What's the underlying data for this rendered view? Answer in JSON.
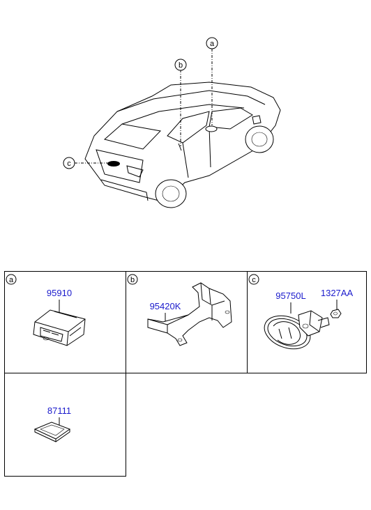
{
  "callouts": {
    "a": "a",
    "b": "b",
    "c": "c"
  },
  "panels": [
    {
      "letter": "a",
      "part_numbers": [
        "95910"
      ]
    },
    {
      "letter": "b",
      "part_numbers": [
        "95420K"
      ]
    },
    {
      "letter": "c",
      "part_numbers": [
        "95750L",
        "1327AA"
      ]
    },
    {
      "letter": "",
      "part_numbers": [
        "87111"
      ]
    }
  ]
}
